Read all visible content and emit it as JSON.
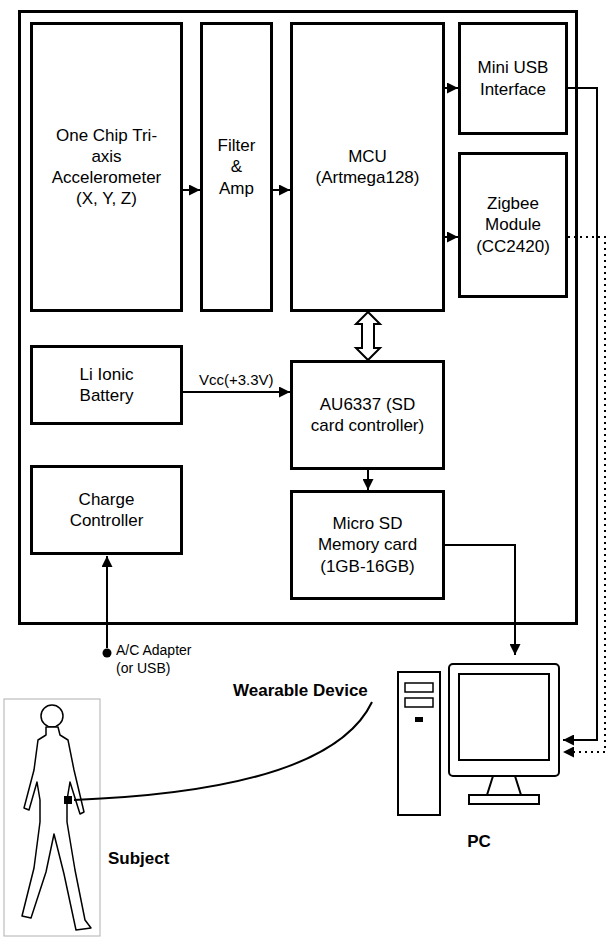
{
  "diagram": {
    "nodes": [
      {
        "text": [
          "Wearable Device"
        ]
      },
      {
        "text": [
          "One Chip Tri-axis Accelerometer (X, Y, Z)"
        ],
        "in": 0
      },
      {
        "text": [
          "Filter & Amp"
        ],
        "in": 0
      },
      {
        "text": [
          "MCU (Artmega128)"
        ],
        "in": 0
      },
      {
        "text": [
          "Mini USB Interface"
        ],
        "in": 0
      },
      {
        "text": [
          "Zigbee Module (CC2420)"
        ],
        "in": 0
      },
      {
        "text": [
          "Li Ionic Battery"
        ],
        "in": 0
      },
      {
        "text": [
          "AU6337 (SD card controller)"
        ],
        "in": 0
      },
      {
        "text": [
          "Charge Controller"
        ],
        "in": 0
      },
      {
        "text": [
          "Micro SD Memory card (1GB-16GB)"
        ],
        "in": 0
      },
      {
        "text": [
          "PC"
        ]
      }
    ],
    "edges": [
      {
        "from": 1,
        "to": 2,
        "arrow": "to"
      },
      {
        "from": 2,
        "to": 3,
        "arrow": "to"
      },
      {
        "from": 3,
        "to": 4,
        "arrow": "to"
      },
      {
        "from": 3,
        "to": 5,
        "arrow": "to"
      },
      {
        "from": 3,
        "to": 7,
        "arrow": "both"
      },
      {
        "from": 6,
        "to": 7,
        "label": "Vcc(+3.3V)",
        "arrow": "to"
      },
      {
        "from": 7,
        "to": 9,
        "arrow": "to"
      },
      {
        "from": 4,
        "to": 10,
        "arrow": "to"
      },
      {
        "from": 5,
        "to": 10,
        "arrow": "to"
      },
      {
        "from": 9,
        "to": 10,
        "arrow": "to"
      }
    ],
    "labels": [
      "A/C Adapter (or USB)",
      "Subject"
    ]
  }
}
